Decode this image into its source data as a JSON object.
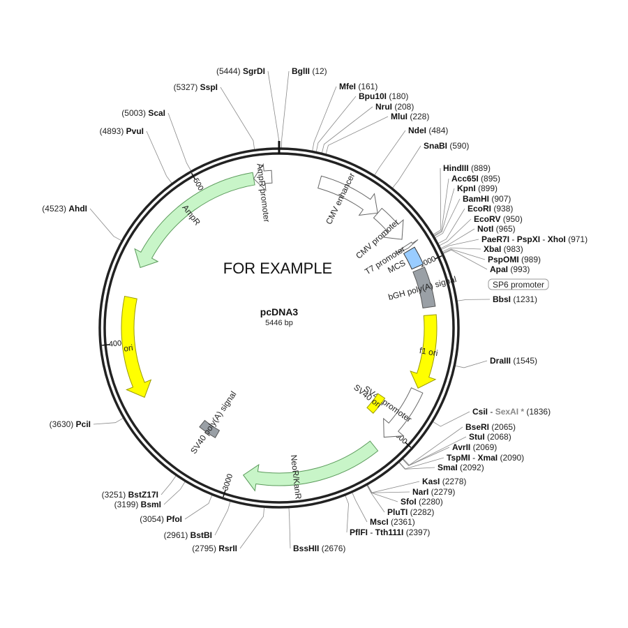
{
  "plasmid": {
    "name": "pcDNA3",
    "size_label": "5446 bp",
    "length": 5446
  },
  "watermark": "FOR EXAMPLE",
  "colors": {
    "backbone": "#222222",
    "green": "#c8f5c8",
    "green_stroke": "#5a9a5a",
    "yellow": "#ffff00",
    "yellow_stroke": "#999900",
    "gray": "#9aa0a6",
    "gray_stroke": "#555555",
    "blue": "#99ccff",
    "white": "#ffffff",
    "leader": "#888888"
  },
  "ticks": [
    {
      "bp": 1000,
      "label": "1000"
    },
    {
      "bp": 2000,
      "label": "2000"
    },
    {
      "bp": 3000,
      "label": "3000"
    },
    {
      "bp": 4000,
      "label": "4000"
    },
    {
      "bp": 5000,
      "label": "5000"
    }
  ],
  "features": [
    {
      "id": "cmv-enhancer",
      "label": "CMV enhancer",
      "start": 235,
      "end": 614,
      "ring": "outer",
      "dir": "fwd",
      "style": "outline"
    },
    {
      "id": "cmv-promoter",
      "label": "CMV promoter",
      "start": 615,
      "end": 820,
      "ring": "outer",
      "dir": "fwd",
      "style": "outline"
    },
    {
      "id": "t7-promoter",
      "label": "T7 promoter",
      "start": 863,
      "end": 882,
      "ring": "outer",
      "dir": "fwd",
      "style": "outline"
    },
    {
      "id": "mcs",
      "label": "MCS",
      "start": 895,
      "end": 1000,
      "ring": "outer",
      "dir": "none",
      "style": "blue"
    },
    {
      "id": "bgh-polya",
      "label": "bGH poly(A) signal",
      "start": 1018,
      "end": 1242,
      "ring": "outer",
      "dir": "none",
      "style": "gray"
    },
    {
      "id": "f1-ori",
      "label": "f1 ori",
      "start": 1288,
      "end": 1716,
      "ring": "outer",
      "dir": "fwd",
      "style": "yellow"
    },
    {
      "id": "sv40-promoter",
      "label": "SV40 promoter",
      "start": 1730,
      "end": 2060,
      "ring": "outer",
      "dir": "fwd",
      "style": "outline"
    },
    {
      "id": "sv40-ori",
      "label": "SV40 ori",
      "start": 1870,
      "end": 2000,
      "ring": "inner",
      "dir": "none",
      "style": "yellow"
    },
    {
      "id": "neor-kanr",
      "label": "NeoR/KanR",
      "start": 2136,
      "end": 2930,
      "ring": "outer",
      "dir": "fwd",
      "style": "green"
    },
    {
      "id": "sv40-polya",
      "label": "SV40 poly(A) signal",
      "start": 3180,
      "end": 3310,
      "ring": "inner",
      "dir": "none",
      "style": "gray"
    },
    {
      "id": "ori",
      "label": "ori",
      "start": 3672,
      "end": 4260,
      "ring": "outer",
      "dir": "rev",
      "style": "yellow"
    },
    {
      "id": "ampr",
      "label": "AmpR",
      "start": 4440,
      "end": 5300,
      "ring": "outer",
      "dir": "rev",
      "style": "green"
    },
    {
      "id": "ampr-promoter",
      "label": "AmpR promoter",
      "start": 5300,
      "end": 5404,
      "ring": "outer",
      "dir": "rev",
      "style": "outline"
    }
  ],
  "extra_labels": [
    {
      "id": "sp6-promoter",
      "label": "SP6 promoter",
      "boxed": true
    }
  ],
  "sites": [
    {
      "name": "BglII",
      "pos": "(12)",
      "bp": 12
    },
    {
      "name": "MfeI",
      "pos": "(161)",
      "bp": 161
    },
    {
      "name": "Bpu10I",
      "pos": "(180)",
      "bp": 180
    },
    {
      "name": "NruI",
      "pos": "(208)",
      "bp": 208
    },
    {
      "name": "MluI",
      "pos": "(228)",
      "bp": 228
    },
    {
      "name": "NdeI",
      "pos": "(484)",
      "bp": 484
    },
    {
      "name": "SnaBI",
      "pos": "(590)",
      "bp": 590
    },
    {
      "name": "HindIII",
      "pos": "(889)",
      "bp": 889
    },
    {
      "name": "Acc65I",
      "pos": "(895)",
      "bp": 895
    },
    {
      "name": "KpnI",
      "pos": "(899)",
      "bp": 899
    },
    {
      "name": "BamHI",
      "pos": "(907)",
      "bp": 907
    },
    {
      "name": "EcoRI",
      "pos": "(938)",
      "bp": 938
    },
    {
      "name": "EcoRV",
      "pos": "(950)",
      "bp": 950
    },
    {
      "name": "NotI",
      "pos": "(965)",
      "bp": 965
    },
    {
      "name": "PaeR7I",
      "name2": "PspXI",
      "name3": "XhoI",
      "pos": "(971)",
      "bp": 971
    },
    {
      "name": "XbaI",
      "pos": "(983)",
      "bp": 983
    },
    {
      "name": "PspOMI",
      "pos": "(989)",
      "bp": 989
    },
    {
      "name": "ApaI",
      "pos": "(993)",
      "bp": 993
    },
    {
      "name": "BbsI",
      "pos": "(1231)",
      "bp": 1231
    },
    {
      "name": "DraIII",
      "pos": "(1545)",
      "bp": 1545
    },
    {
      "name": "CsiI",
      "extra": "SexAI *",
      "pos": "(1836)",
      "bp": 1836
    },
    {
      "name": "BseRI",
      "pos": "(2065)",
      "bp": 2065
    },
    {
      "name": "StuI",
      "pos": "(2068)",
      "bp": 2068
    },
    {
      "name": "AvrII",
      "pos": "(2069)",
      "bp": 2069
    },
    {
      "name": "TspMI",
      "name2": "XmaI",
      "pos": "(2090)",
      "bp": 2090
    },
    {
      "name": "SmaI",
      "pos": "(2092)",
      "bp": 2092
    },
    {
      "name": "KasI",
      "pos": "(2278)",
      "bp": 2278
    },
    {
      "name": "NarI",
      "pos": "(2279)",
      "bp": 2279
    },
    {
      "name": "SfoI",
      "pos": "(2280)",
      "bp": 2280
    },
    {
      "name": "PluTI",
      "pos": "(2282)",
      "bp": 2282
    },
    {
      "name": "MscI",
      "pos": "(2361)",
      "bp": 2361
    },
    {
      "name": "PflFI",
      "name2": "Tth111I",
      "pos": "(2397)",
      "bp": 2397
    },
    {
      "name": "BssHII",
      "pos": "(2676)",
      "bp": 2676
    },
    {
      "name": "RsrII",
      "pos": "(2795)",
      "bp": 2795
    },
    {
      "name": "BstBI",
      "pos": "(2961)",
      "bp": 2961
    },
    {
      "name": "PfoI",
      "pos": "(3054)",
      "bp": 3054
    },
    {
      "name": "BsmI",
      "pos": "(3199)",
      "bp": 3199
    },
    {
      "name": "BstZ17I",
      "pos": "(3251)",
      "bp": 3251
    },
    {
      "name": "PciI",
      "pos": "(3630)",
      "bp": 3630
    },
    {
      "name": "AhdI",
      "pos": "(4523)",
      "bp": 4523
    },
    {
      "name": "PvuI",
      "pos": "(4893)",
      "bp": 4893
    },
    {
      "name": "ScaI",
      "pos": "(5003)",
      "bp": 5003
    },
    {
      "name": "SspI",
      "pos": "(5327)",
      "bp": 5327
    },
    {
      "name": "SgrDI",
      "pos": "(5444)",
      "bp": 5444
    }
  ]
}
